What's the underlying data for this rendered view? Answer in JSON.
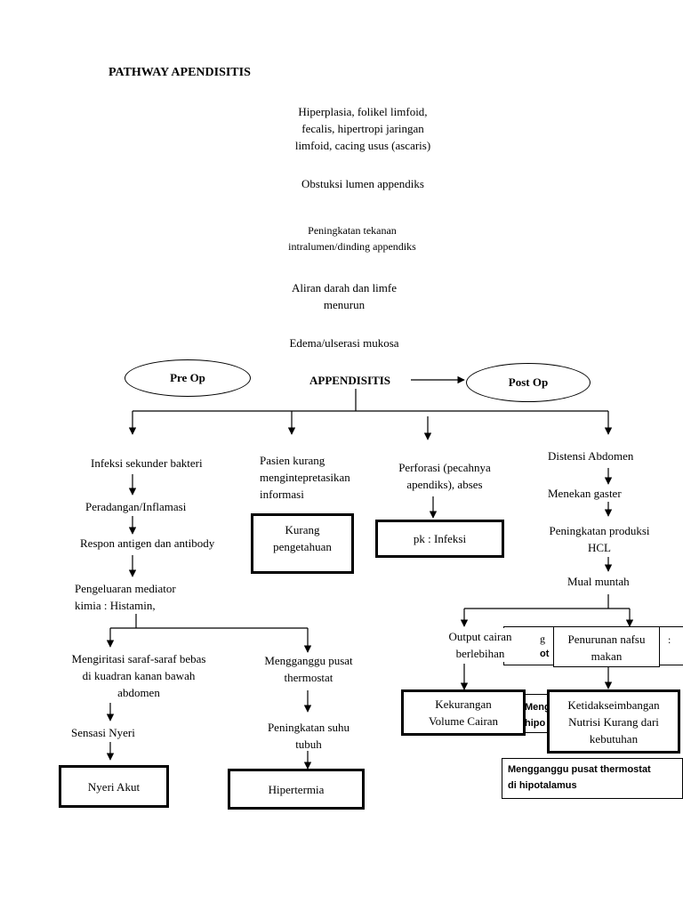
{
  "title": "PATHWAY APENDISITIS",
  "chain": {
    "cause": [
      "Hiperplasia, folikel limfoid,",
      "fecalis, hipertropi jaringan",
      "limfoid, cacing usus (ascaris)"
    ],
    "obstruction": "Obstuksi lumen appendiks",
    "pressure": [
      "Peningkatan  tekanan",
      "intralumen/dinding appendiks"
    ],
    "blood_flow": [
      "Aliran darah dan  limfe",
      "menurun"
    ],
    "edema": "Edema/ulserasi mukosa"
  },
  "center": {
    "pre_op": "Pre Op",
    "appendisitis": "APPENDISITIS",
    "post_op": "Post Op"
  },
  "branch1": {
    "infeksi": "Infeksi sekunder bakteri",
    "peradangan": "Peradangan/Inflamasi",
    "respon": "Respon antigen dan antibody",
    "mediator": [
      "Pengeluaran mediator",
      "kimia :  Histamin,"
    ],
    "iritasi": [
      "Mengiritasi saraf-saraf bebas",
      "di kuadran kanan bawah",
      "abdomen"
    ],
    "sensasi": "Sensasi Nyeri",
    "nyeri_akut": "Nyeri Akut",
    "thermostat": [
      "Mengganggu pusat",
      "thermostat"
    ],
    "suhu": [
      "Peningkatan suhu",
      "tubuh"
    ],
    "hipertermia": "Hipertermia"
  },
  "branch2": {
    "pasien": [
      "Pasien kurang",
      "mengintepretasikan",
      "informasi"
    ],
    "kurang_pengetahuan": [
      "Kurang",
      "pengetahuan"
    ]
  },
  "branch3": {
    "perforasi": [
      "Perforasi (pecahnya",
      "apendiks), abses"
    ],
    "pk_infeksi": "pk :  Infeksi"
  },
  "branch4": {
    "distensi": "Distensi Abdomen",
    "menekan": "Menekan gaster",
    "hcl": [
      "Peningkatan produksi",
      "HCL"
    ],
    "mual": "Mual muntah",
    "output": [
      "Output cairan",
      "berlebihan"
    ],
    "volume": [
      "Kekurangan",
      "Volume Cairan"
    ],
    "nafsu": [
      "Penurunan nafsu",
      "makan"
    ],
    "nutrisi": [
      "Ketidakseimbangan",
      "Nutrisi Kurang dari",
      "kebutuhan"
    ]
  },
  "overlap": {
    "frag1_a": "g",
    "frag1_b": "ot",
    "frag2_a": "Mengg",
    "frag2_b": "hipo",
    "frag3": ":",
    "note": [
      "Mengganggu pusat thermostat",
      "di hipotalamus"
    ]
  }
}
